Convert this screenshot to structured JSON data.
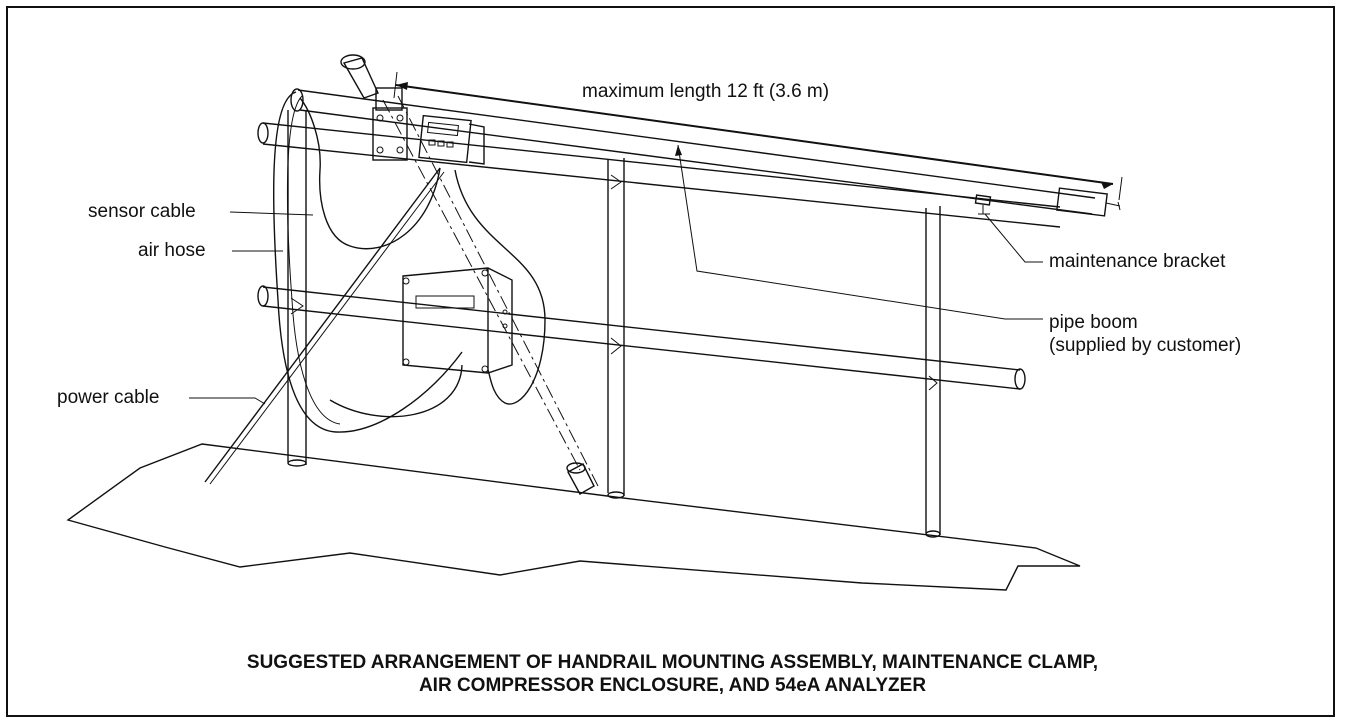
{
  "labels": {
    "max_length": "maximum length 12 ft (3.6 m)",
    "sensor_cable": "sensor cable",
    "air_hose": "air hose",
    "power_cable": "power cable",
    "maintenance_bracket": "maintenance bracket",
    "pipe_boom_line1": "pipe boom",
    "pipe_boom_line2": "(supplied by customer)"
  },
  "caption": {
    "line1": "SUGGESTED ARRANGEMENT OF HANDRAIL MOUNTING ASSEMBLY, MAINTENANCE CLAMP,",
    "line2": "AIR COMPRESSOR ENCLOSURE, AND 54eA ANALYZER"
  }
}
